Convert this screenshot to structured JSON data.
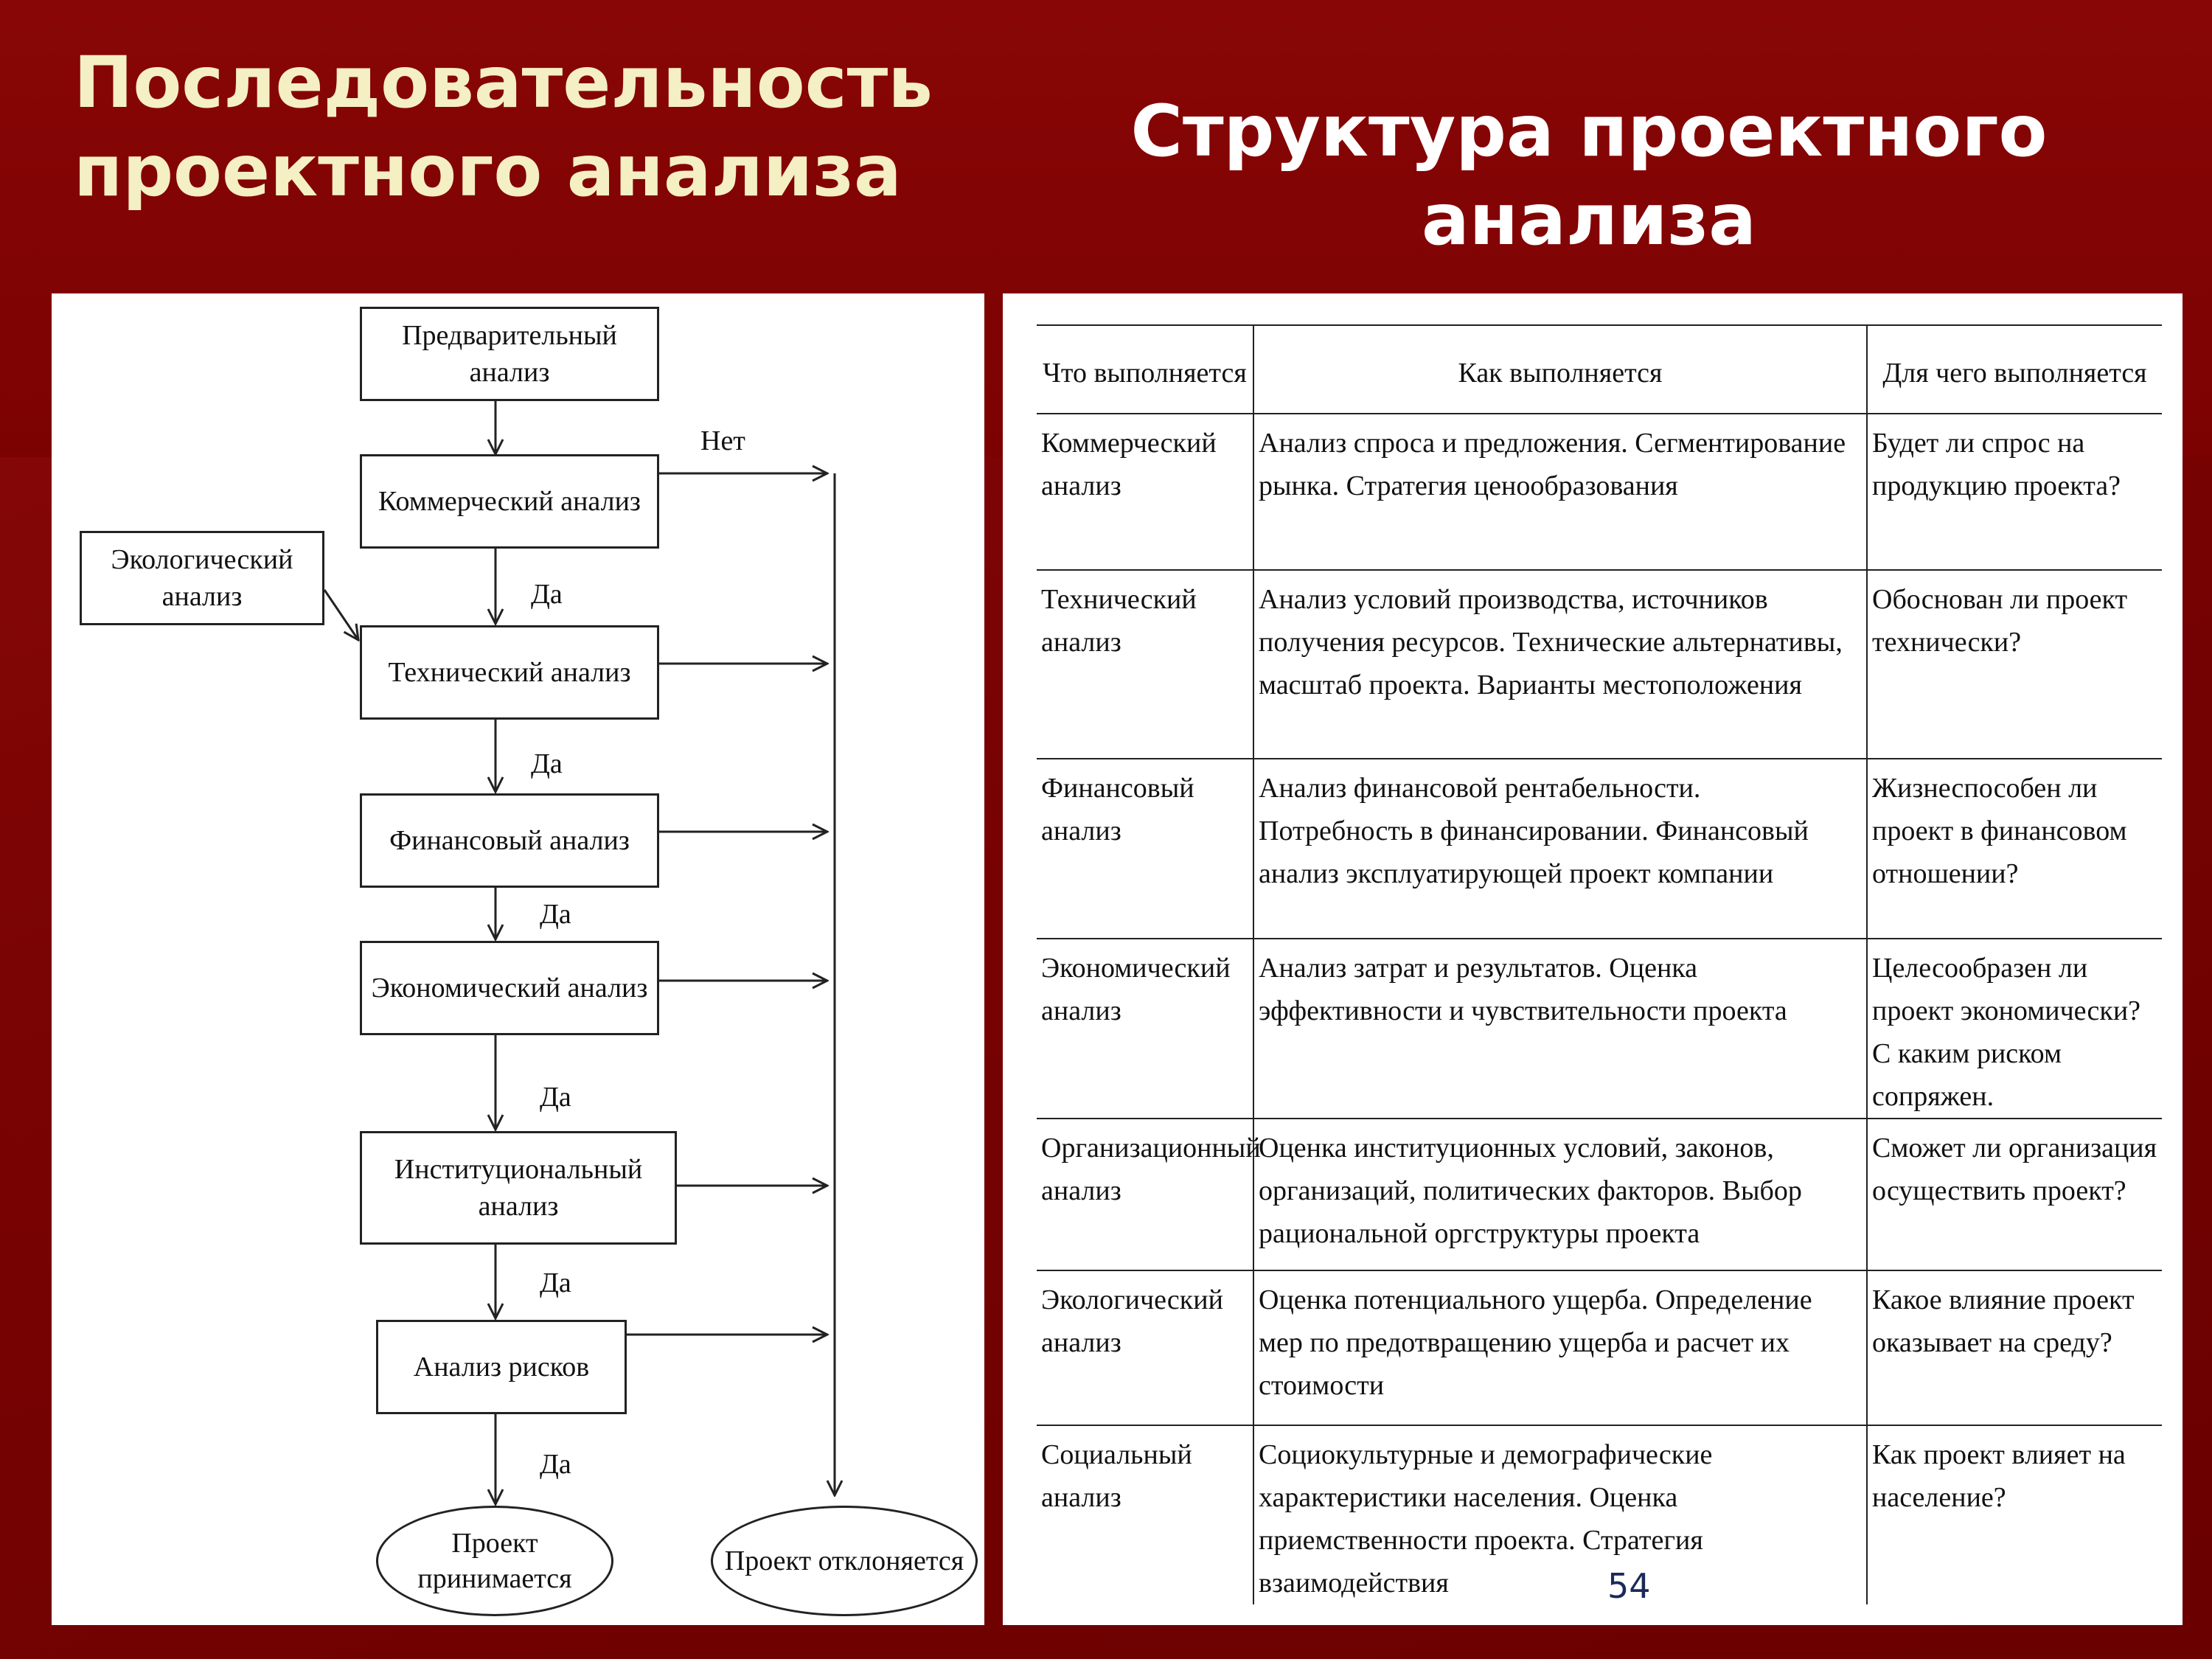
{
  "titles": {
    "left": "Последовательность проектного анализа",
    "right": "Структура проектного анализа"
  },
  "flowchart": {
    "boxes": {
      "preliminary": "Предварительный анализ",
      "commercial": "Коммерческий анализ",
      "ecological": "Экологический анализ",
      "technical": "Технический анализ",
      "financial": "Финансовый анализ",
      "economic": "Экономический анализ",
      "institutional": "Институциональный анализ",
      "risk": "Анализ рисков"
    },
    "outcomes": {
      "accepted": "Проект принимается",
      "rejected": "Проект отклоняется"
    },
    "labels": {
      "no": "Нет",
      "yes": "Да"
    }
  },
  "table": {
    "headers": [
      "Что выполняется",
      "Как выполняется",
      "Для чего выполняется"
    ],
    "rows": [
      [
        "Коммерческий анализ",
        "Анализ спроса и предложения. Сегментирование рынка. Стратегия ценообразования",
        "Будет ли спрос на продукцию проекта?"
      ],
      [
        "Технический анализ",
        "Анализ условий производства, источников получения ресурсов. Технические альтернативы, масштаб проекта. Варианты местоположения",
        "Обоснован ли проект технически?"
      ],
      [
        "Финансовый анализ",
        "Анализ финансовой рентабельности. Потребность в финансировании. Финансовый анализ эксплуатирующей проект компании",
        "Жизнеспособен ли проект в финансовом отношении?"
      ],
      [
        "Экономический анализ",
        "Анализ затрат и результатов. Оценка эффективности и чувствительности проекта",
        "Целесообразен ли проект экономически? С каким риском сопряжен."
      ],
      [
        "Организационный анализ",
        "Оценка институционных условий, законов, организаций, политических факторов. Выбор рациональной оргструктуры проекта",
        "Сможет ли организация осуществить проект?"
      ],
      [
        "Экологический анализ",
        "Оценка потенциального ущерба. Определение мер по предотвращению ущерба и расчет их стоимости",
        "Какое влияние проект оказывает на среду?"
      ],
      [
        "Социальный анализ",
        "Социокультурные и демографические характеристики населения. Оценка приемственности проекта. Стратегия взаимодействия",
        "Как проект влияет на население?"
      ]
    ]
  },
  "page_number": "54"
}
